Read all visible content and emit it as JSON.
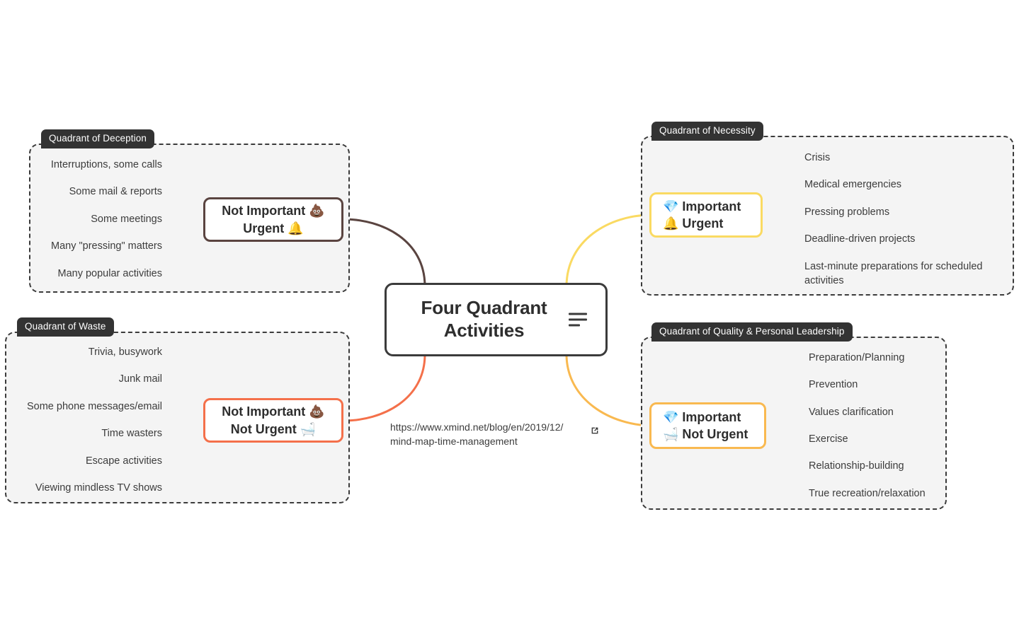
{
  "root": {
    "title": "Four Quadrant\nActivities",
    "notes_icon": "notes-icon"
  },
  "source": {
    "url_text": "https://www.xmind.net/blog/en/2019/12/\nmind-map-time-management",
    "external_link_icon": "external-link-icon"
  },
  "colors": {
    "deception": "#5a4440",
    "waste": "#f4704a",
    "necessity": "#fada62",
    "quality": "#f9b950",
    "root_border": "#3b3b3b",
    "tab_background": "#333333",
    "boundary_fill": "#f4f4f4",
    "text": "#3c3c3c",
    "canvas": "#ffffff"
  },
  "quadrants": [
    {
      "id": "deception",
      "tab_label": "Quadrant of Deception",
      "node_label": "Not Important 💩\nUrgent 🔔",
      "node_emoji_1": "💩",
      "node_emoji_2": "🔔",
      "side": "left",
      "leaves": [
        "Interruptions, some calls",
        "Some mail & reports",
        "Some meetings",
        "Many \"pressing\" matters",
        "Many popular activities"
      ]
    },
    {
      "id": "waste",
      "tab_label": "Quadrant of Waste",
      "node_label": "Not Important 💩\nNot Urgent 🛁",
      "node_emoji_1": "💩",
      "node_emoji_2": "🛁",
      "side": "left",
      "leaves": [
        "Trivia, busywork",
        "Junk mail",
        "Some phone messages/email",
        "Time wasters",
        "Escape activities",
        "Viewing mindless TV shows"
      ]
    },
    {
      "id": "necessity",
      "tab_label": "Quadrant of Necessity",
      "node_label": "💎 Important\n🔔 Urgent",
      "node_emoji_1": "💎",
      "node_emoji_2": "🔔",
      "side": "right",
      "leaves": [
        "Crisis",
        "Medical emergencies",
        "Pressing problems",
        "Deadline-driven projects",
        "Last-minute preparations for scheduled activities"
      ]
    },
    {
      "id": "quality",
      "tab_label": "Quadrant of Quality & Personal Leadership",
      "node_label": "💎 Important\n🛁 Not Urgent",
      "node_emoji_1": "💎",
      "node_emoji_2": "🛁",
      "side": "right",
      "leaves": [
        "Preparation/Planning",
        "Prevention",
        "Values clarification",
        "Exercise",
        "Relationship-building",
        "True recreation/relaxation"
      ]
    }
  ]
}
